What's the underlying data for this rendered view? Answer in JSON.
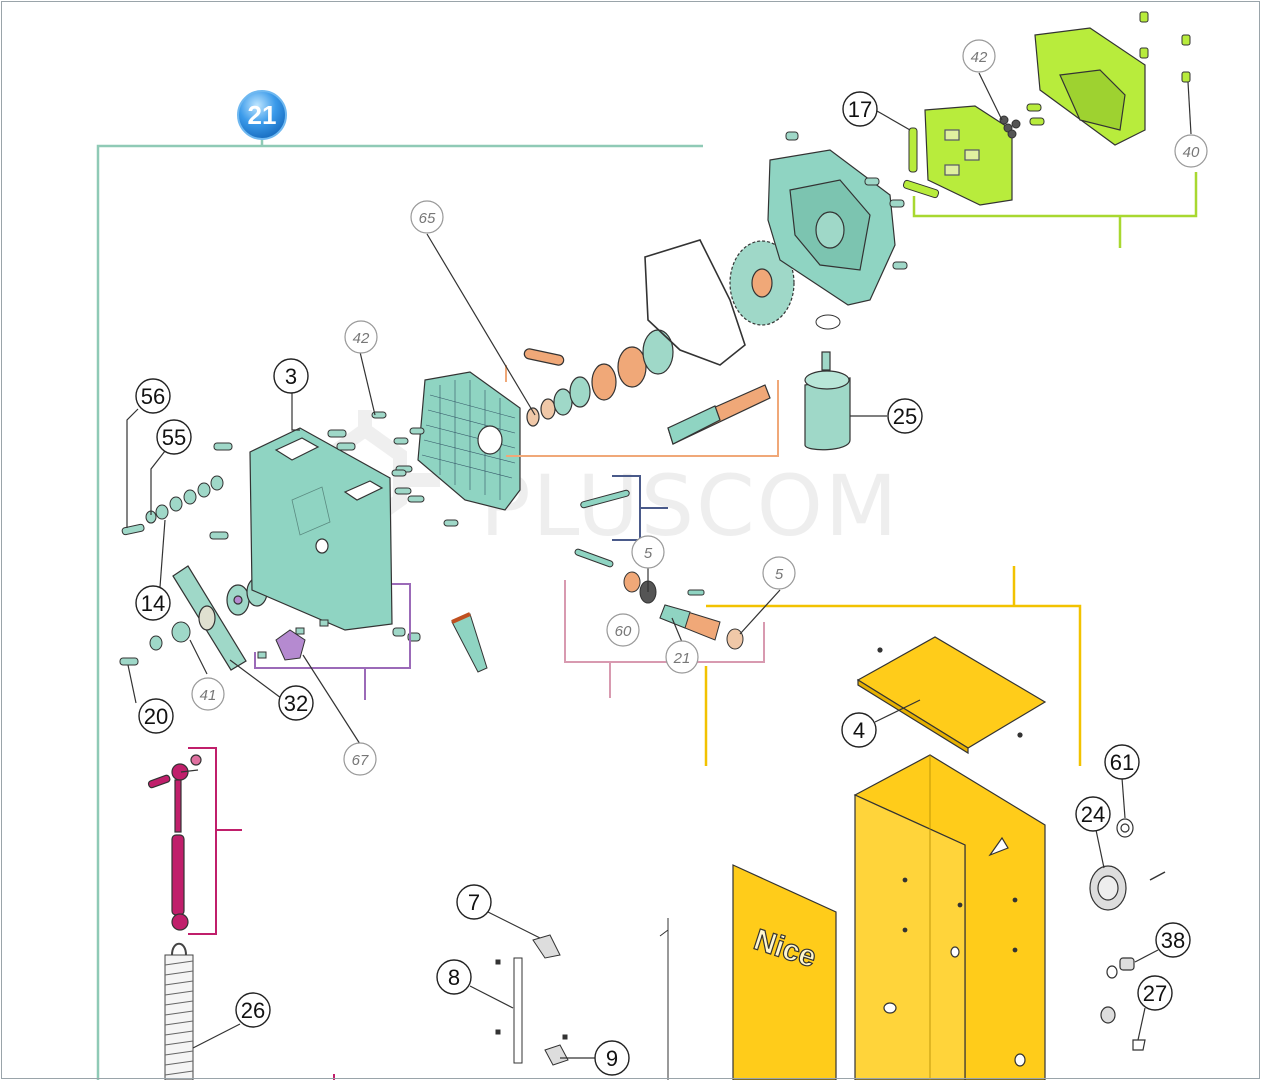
{
  "watermark": "PLUSCOM",
  "brand_text": "Nice",
  "group_marker": "21",
  "colors": {
    "teal": "#8fd4c2",
    "teal_line": "#8fcab6",
    "lime": "#b8ec3c",
    "lime_line": "#a8d830",
    "yellow": "#ffcc1a",
    "yellow_line": "#f2c200",
    "orange": "#f0a878",
    "magenta": "#c01f6b",
    "purple": "#9b6ab8",
    "pink": "#d89ab0",
    "navy": "#4a5a8a",
    "badge": "#2e8ee0"
  },
  "callouts": [
    {
      "n": "56",
      "style": "solid"
    },
    {
      "n": "55",
      "style": "solid"
    },
    {
      "n": "14",
      "style": "solid"
    },
    {
      "n": "20",
      "style": "solid"
    },
    {
      "n": "41",
      "style": "alt"
    },
    {
      "n": "32",
      "style": "solid"
    },
    {
      "n": "3",
      "style": "solid"
    },
    {
      "n": "42",
      "style": "alt"
    },
    {
      "n": "65",
      "style": "alt"
    },
    {
      "n": "67",
      "style": "alt"
    },
    {
      "n": "5",
      "style": "alt"
    },
    {
      "n": "60",
      "style": "alt"
    },
    {
      "n": "21",
      "style": "alt"
    },
    {
      "n": "5",
      "style": "alt"
    },
    {
      "n": "25",
      "style": "solid"
    },
    {
      "n": "17",
      "style": "solid"
    },
    {
      "n": "42",
      "style": "alt"
    },
    {
      "n": "40",
      "style": "alt"
    },
    {
      "n": "4",
      "style": "solid"
    },
    {
      "n": "61",
      "style": "solid"
    },
    {
      "n": "24",
      "style": "solid"
    },
    {
      "n": "38",
      "style": "solid"
    },
    {
      "n": "27",
      "style": "solid"
    },
    {
      "n": "7",
      "style": "solid"
    },
    {
      "n": "8",
      "style": "solid"
    },
    {
      "n": "9",
      "style": "solid"
    },
    {
      "n": "26",
      "style": "solid"
    }
  ]
}
